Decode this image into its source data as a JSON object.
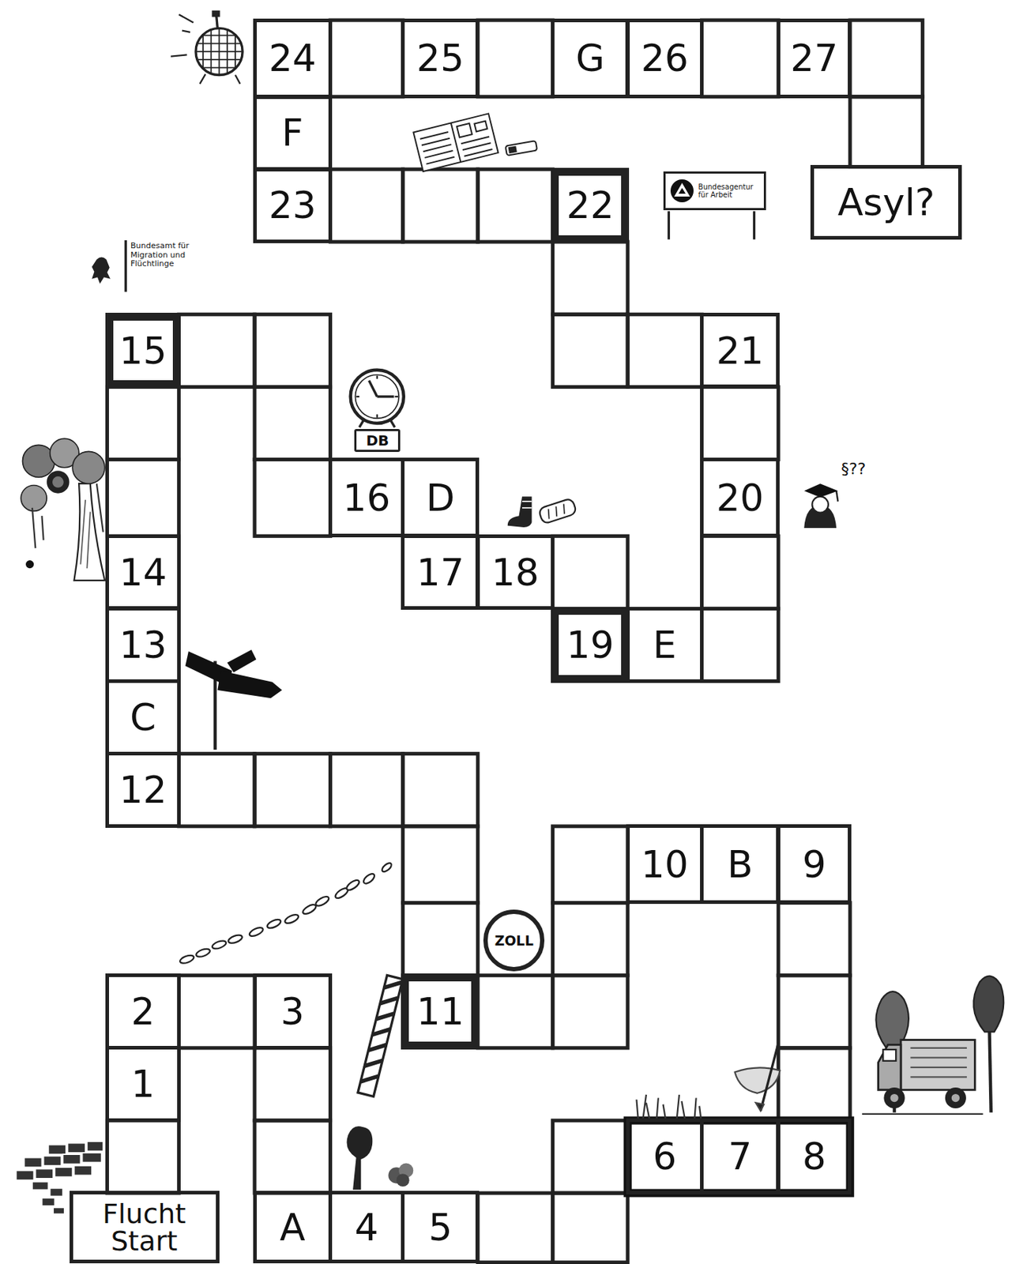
{
  "diagram": {
    "nodes": [
      {
        "text": [
          "Flucht Start"
        ]
      },
      {
        "text": [
          "1"
        ]
      },
      {
        "text": [
          "2"
        ]
      },
      {
        "text": [
          "3"
        ]
      },
      {
        "text": [
          "A"
        ]
      },
      {
        "text": [
          "4"
        ]
      },
      {
        "text": [
          "5"
        ]
      },
      {
        "text": [
          "6"
        ]
      },
      {
        "text": [
          "7"
        ]
      },
      {
        "text": [
          "8"
        ]
      },
      {
        "text": [
          "9"
        ]
      },
      {
        "text": [
          "B"
        ]
      },
      {
        "text": [
          "10"
        ]
      },
      {
        "text": [
          "11"
        ]
      },
      {
        "text": [
          "12"
        ]
      },
      {
        "text": [
          "C"
        ]
      },
      {
        "text": [
          "13"
        ]
      },
      {
        "text": [
          "14"
        ]
      },
      {
        "text": [
          "15"
        ]
      },
      {
        "text": [
          "16"
        ]
      },
      {
        "text": [
          "D"
        ]
      },
      {
        "text": [
          "17"
        ]
      },
      {
        "text": [
          "18"
        ]
      },
      {
        "text": [
          "19"
        ]
      },
      {
        "text": [
          "E"
        ]
      },
      {
        "text": [
          "20"
        ]
      },
      {
        "text": [
          "21"
        ]
      },
      {
        "text": [
          "22"
        ]
      },
      {
        "text": [
          "23"
        ]
      },
      {
        "text": [
          "F"
        ]
      },
      {
        "text": [
          "24"
        ]
      },
      {
        "text": [
          "25"
        ]
      },
      {
        "text": [
          "G"
        ]
      },
      {
        "text": [
          "26"
        ]
      },
      {
        "text": [
          "27"
        ]
      },
      {
        "text": [
          "Asyl?"
        ]
      },
      {
        "text": [
          "ZOLL"
        ]
      },
      {
        "text": [
          "DB"
        ]
      },
      {
        "text": [
          "Bundesagentur für Arbeit"
        ]
      }
    ],
    "labels": [
      "Bundesamt für Migration und Flüchtlinge",
      "§??"
    ]
  }
}
